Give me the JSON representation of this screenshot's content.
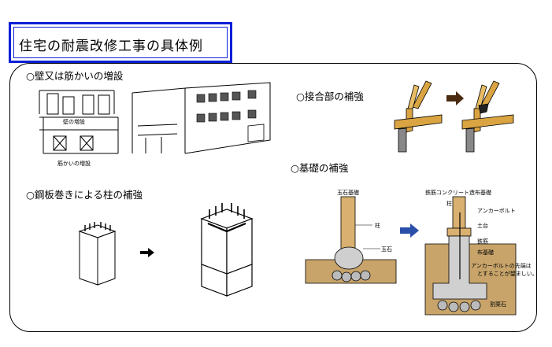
{
  "title": "住宅の耐震改修工事の具体例",
  "sections": {
    "wall": "○壁又は筋かいの増設",
    "joint": "○接合部の補強",
    "foundation": "○基礎の補強",
    "column": "○鋼板巻きによる柱の補強"
  },
  "wall_labels": {
    "wall_add": "壁の増設",
    "brace_add": "筋かいの増設"
  },
  "foundation_labels": {
    "before_title": "玉石基礎",
    "after_title": "鉄筋コンクリート造布基礎",
    "column": "柱",
    "stone": "玉石",
    "column2": "柱",
    "anchor_bolt": "アンカーボルト",
    "sill": "土台",
    "rebar": "鉄筋",
    "strip_footing": "布基礎",
    "anchor_note_1": "アンカーボルトの先端は",
    "anchor_note_2": "とすることが望ましい。",
    "crushed_stone": "割栗石"
  },
  "colors": {
    "title_border": "#0a1ed8",
    "wood": "#d9a441",
    "arrow_brown": "#4a2a10",
    "arrow_blue": "#2a4fa8",
    "concrete": "#d0d0d0"
  }
}
